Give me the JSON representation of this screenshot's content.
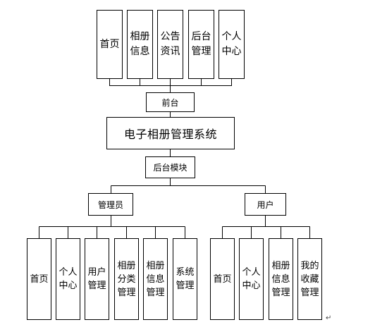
{
  "top_modules": [
    "首页",
    "相册信息",
    "公告资讯",
    "后台管理",
    "个人中心"
  ],
  "frontend_label": "前台",
  "system_title": "电子相册管理系统",
  "backend_label": "后台模块",
  "admin": {
    "label": "管理员",
    "modules": [
      "首页",
      "个人中心",
      "用户管理",
      "相册分类管理",
      "相册信息管理",
      "系统管理"
    ]
  },
  "user": {
    "label": "用户",
    "modules": [
      "首页",
      "个人中心",
      "相册信息管理",
      "我的收藏管理"
    ]
  }
}
